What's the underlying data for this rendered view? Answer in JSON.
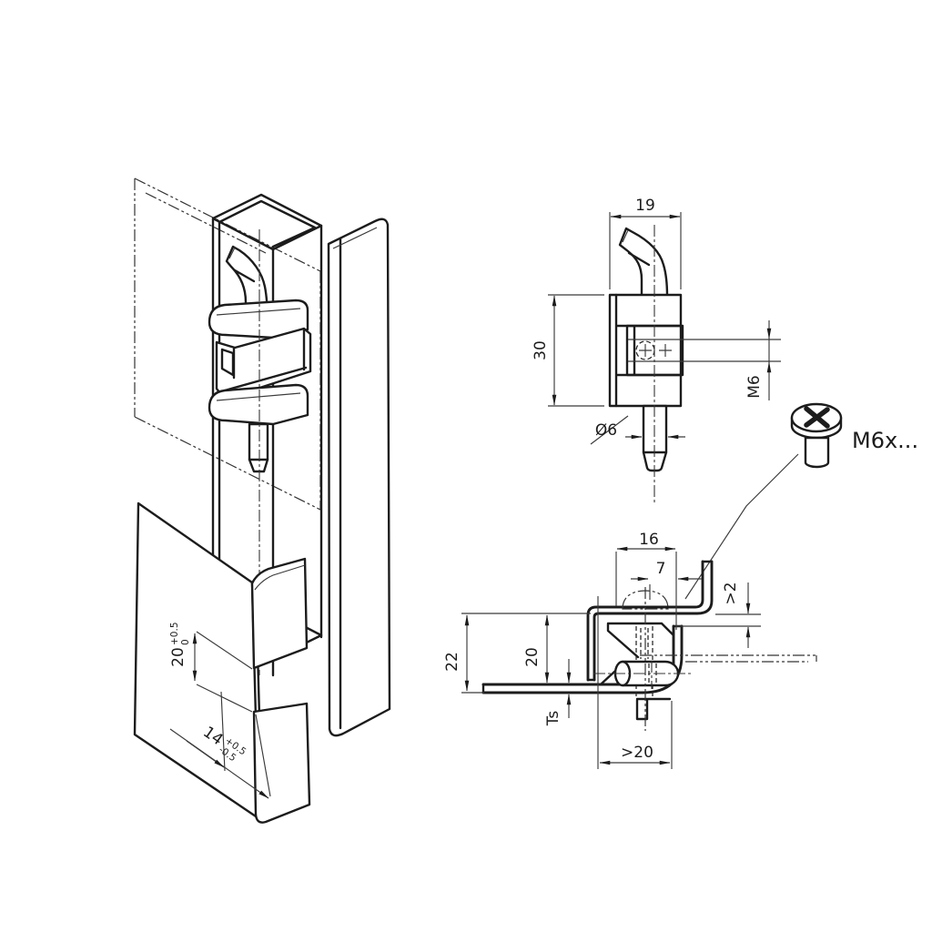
{
  "drawing": {
    "background": "#ffffff",
    "line_color": "#1c1c1c",
    "dimensions": {
      "pin_width": "19",
      "body_height": "30",
      "thread": "M6",
      "pin_diameter": "Ø6",
      "screw_label": "M6x...",
      "section_width": "16",
      "screw_head_width": "7",
      "door_clearance": ">2",
      "frame_offset": "22",
      "cutout_offset": "20",
      "sheet_thickness": "Ts",
      "min_depth": ">20",
      "cutout_height": "20",
      "cutout_height_tol_upper": "+0.5",
      "cutout_height_tol_lower": "0",
      "cutout_width": "14",
      "cutout_width_tol_upper": "+0.5",
      "cutout_width_tol_lower": "-0.5"
    }
  }
}
